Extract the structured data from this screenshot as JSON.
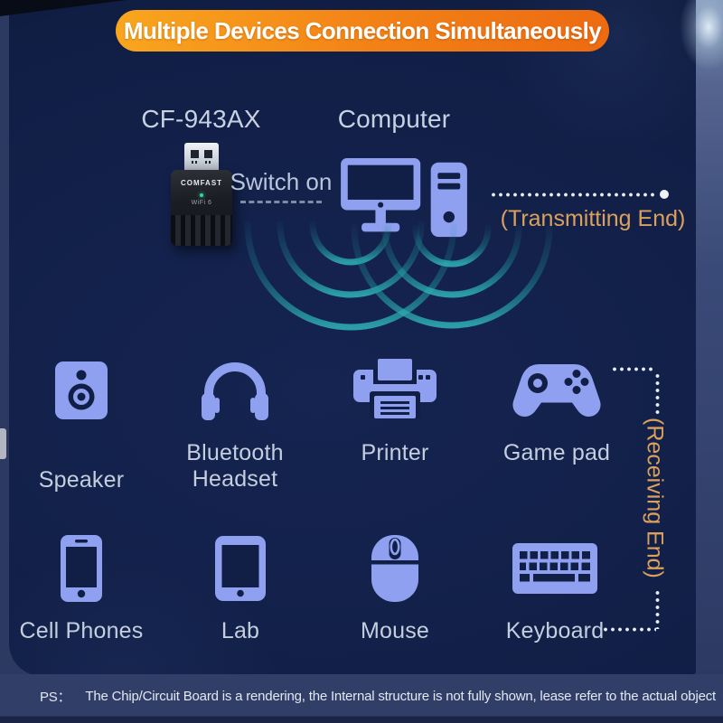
{
  "banner": {
    "label": "Multiple Devices Connection Simultaneously"
  },
  "transmitter": {
    "adapter": {
      "model": "CF-943AX",
      "brand": "COMFAST",
      "wifi_badge": "WiFi 6"
    },
    "switch_label": "Switch on",
    "computer_label": "Computer",
    "transmitting_label": "(Transmitting End)"
  },
  "receiver": {
    "receiving_label": "(Receiving End)"
  },
  "devices": {
    "row1": [
      {
        "icon": "speaker-icon",
        "label": "Speaker"
      },
      {
        "icon": "headset-icon",
        "label_line1": "Bluetooth",
        "label_line2": "Headset"
      },
      {
        "icon": "printer-icon",
        "label": "Printer"
      },
      {
        "icon": "gamepad-icon",
        "label": "Game pad"
      }
    ],
    "row2": [
      {
        "icon": "cellphone-icon",
        "label": "Cell Phones"
      },
      {
        "icon": "tablet-icon",
        "label": "Lab"
      },
      {
        "icon": "mouse-icon",
        "label": "Mouse"
      },
      {
        "icon": "keyboard-icon",
        "label": "Keyboard"
      }
    ]
  },
  "footer": {
    "prefix": "PS：",
    "note": "The Chip/Circuit Board is a rendering, the Internal structure is not fully shown, lease refer to the actual object"
  },
  "colors": {
    "banner_start": "#F8A01E",
    "banner_end": "#ED6A11",
    "background_navy": "#111F47",
    "icon_periwinkle": "#8EA0EF",
    "label_gray_blue": "#C5CEDE",
    "accent_orange_text": "#DBA15C",
    "signal_teal": "#1E8F94",
    "adapter_led_green": "#35D39A"
  }
}
